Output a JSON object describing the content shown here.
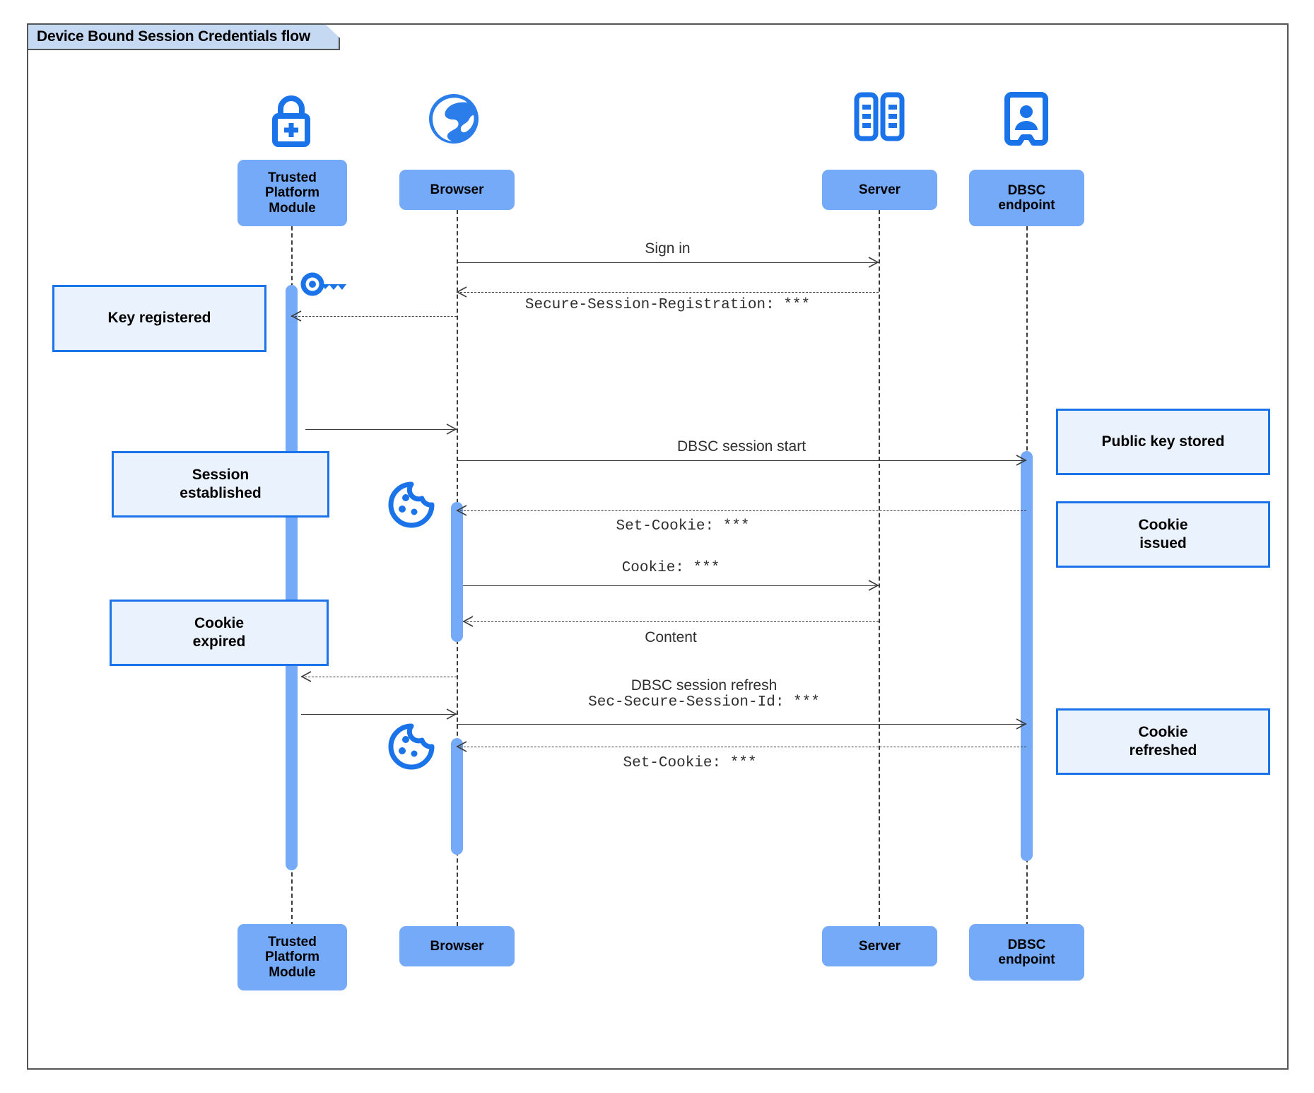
{
  "diagram": {
    "title": "Device Bound Session Credentials flow",
    "type": "uml-sequence",
    "colors": {
      "participant_fill": "#74aaf8",
      "note_fill": "#eaf2fd",
      "note_border": "#1a73e8",
      "icon_blue": "#1a73e8",
      "title_fill": "#c5daf2",
      "line": "#3b3b3b"
    }
  },
  "participants": [
    {
      "id": "tpm",
      "label": "Trusted\nPlatform\nModule",
      "icon": "padlock-plus-icon"
    },
    {
      "id": "browser",
      "label": "Browser",
      "icon": "globe-icon"
    },
    {
      "id": "server",
      "label": "Server",
      "icon": "server-rack-icon"
    },
    {
      "id": "dbsc",
      "label": "DBSC\nendpoint",
      "icon": "id-badge-icon"
    }
  ],
  "participants_bottom": [
    {
      "id": "tpm",
      "label": "Trusted\nPlatform\nModule"
    },
    {
      "id": "browser",
      "label": "Browser"
    },
    {
      "id": "server",
      "label": "Server"
    },
    {
      "id": "dbsc",
      "label": "DBSC\nendpoint"
    }
  ],
  "messages": [
    {
      "id": "m1",
      "from": "browser",
      "to": "server",
      "style": "solid",
      "label_sans": "Sign in",
      "label_mono": ""
    },
    {
      "id": "m2",
      "from": "server",
      "to": "browser",
      "style": "dashed",
      "label_sans": "",
      "label_mono": "Secure-Session-Registration: ***"
    },
    {
      "id": "m3",
      "from": "browser",
      "to": "tpm",
      "style": "dashed",
      "label_sans": "",
      "label_mono": ""
    },
    {
      "id": "m4",
      "from": "tpm",
      "to": "browser",
      "style": "solid",
      "label_sans": "",
      "label_mono": ""
    },
    {
      "id": "m5",
      "from": "browser",
      "to": "dbsc",
      "style": "solid",
      "label_sans": "DBSC session start",
      "label_mono": ""
    },
    {
      "id": "m6",
      "from": "dbsc",
      "to": "browser",
      "style": "dashed",
      "label_sans": "",
      "label_mono": "Set-Cookie: ***"
    },
    {
      "id": "m7",
      "from": "browser",
      "to": "server",
      "style": "solid",
      "label_sans": "",
      "label_mono": "Cookie: ***"
    },
    {
      "id": "m8",
      "from": "server",
      "to": "browser",
      "style": "dashed",
      "label_sans": "Content",
      "label_mono": ""
    },
    {
      "id": "m9",
      "from": "browser",
      "to": "tpm",
      "style": "dashed",
      "label_sans": "",
      "label_mono": ""
    },
    {
      "id": "m10",
      "from": "tpm",
      "to": "browser",
      "style": "solid",
      "label_sans": "",
      "label_mono": ""
    },
    {
      "id": "m11",
      "from": "browser",
      "to": "dbsc",
      "style": "solid",
      "label_sans": "DBSC session refresh",
      "label_mono": "Sec-Secure-Session-Id: ***"
    },
    {
      "id": "m12",
      "from": "dbsc",
      "to": "browser",
      "style": "dashed",
      "label_sans": "",
      "label_mono": "Set-Cookie: ***"
    }
  ],
  "notes": [
    {
      "id": "n1",
      "side": "left",
      "text": "Key registered"
    },
    {
      "id": "n2",
      "side": "left",
      "text": "Session\nestablished"
    },
    {
      "id": "n3",
      "side": "left",
      "text": "Cookie\nexpired"
    },
    {
      "id": "n4",
      "side": "right",
      "text": "Public key stored"
    },
    {
      "id": "n5",
      "side": "right",
      "text": "Cookie\nissued"
    },
    {
      "id": "n6",
      "side": "right",
      "text": "Cookie\nrefreshed"
    }
  ],
  "inline_icons": [
    {
      "id": "key1",
      "name": "key-icon",
      "near": "tpm"
    },
    {
      "id": "cookie1",
      "name": "cookie-icon",
      "near": "browser"
    },
    {
      "id": "cookie2",
      "name": "cookie-icon",
      "near": "browser"
    }
  ]
}
